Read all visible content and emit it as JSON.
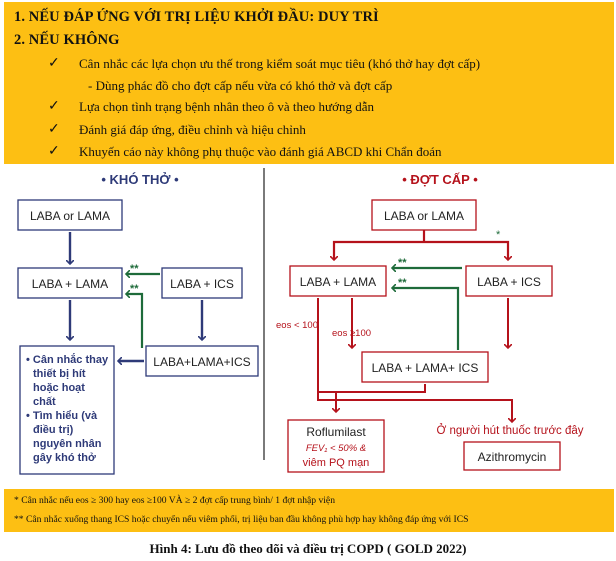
{
  "top": {
    "line1": "1.  NẾU ĐÁP ỨNG VỚI TRỊ LIỆU KHỞI ĐẦU: DUY TRÌ",
    "line2": "2.  NẾU KHÔNG",
    "bullet1": "Cân nhắc các lựa chọn ưu thế trong kiểm soát mục tiêu (khó thở hay đợt cấp)",
    "sub1": "- Dùng phác đồ cho đợt cấp nếu vừa có khó thở và đợt cấp",
    "bullet2": "Lựa chọn tình trạng bệnh nhân theo ô và theo hướng dẫn",
    "bullet3": "Đánh giá đáp ứng, điều chỉnh và hiệu chỉnh",
    "bullet4": "Khuyến cáo này không phụ thuộc vào đánh giá ABCD khi Chẩn đoán"
  },
  "left": {
    "title": "• KHÓ THỞ •",
    "laba_or_lama": "LABA or LAMA",
    "laba_lama": "LABA + LAMA",
    "laba_ics": "LABA + ICS",
    "triple": "LABA+LAMA+ICS",
    "consider_lines": [
      "• Cân nhắc thay",
      "thiết bị hít",
      "hoặc hoạt",
      "chất",
      "• Tìm hiểu (và",
      "điều trị)",
      "nguyên nhân",
      "gây khó thở"
    ],
    "star1": "**",
    "star2": "**"
  },
  "right": {
    "title": "•  ĐỢT CẤP  •",
    "laba_or_lama": "LABA or LAMA",
    "laba_lama": "LABA + LAMA",
    "laba_ics": "LABA + ICS",
    "triple": "LABA + LAMA+ ICS",
    "eos_lt": "eos < 100",
    "eos_ge": "eos ≥100",
    "star": "*",
    "star1": "**",
    "star2": "**",
    "smoker": "Ở người hút thuốc trước đây",
    "roflumilast": "Roflumilast",
    "fev1": "FEV₁ < 50% &",
    "bronchitis": "viêm PQ mạn",
    "azithro": "Azithromycin"
  },
  "notes": {
    "n1": "* Cân nhắc nếu eos ≥ 300 hay eos ≥100 VÀ ≥ 2 đợt cấp trung bình/ 1 đợt nhập viện",
    "n2": "** Cân nhắc xuống thang ICS hoặc chuyển nếu viêm phổi, trị liệu ban đầu không phù hợp  hay không đáp ứng với ICS"
  },
  "caption": "Hình 4: Lưu đồ theo dõi và điều trị COPD ( GOLD 2022)",
  "colors": {
    "amber": "#FDBF13",
    "navy": "#2E3A78",
    "crimson": "#B5121B",
    "green": "#1E6B3A"
  }
}
